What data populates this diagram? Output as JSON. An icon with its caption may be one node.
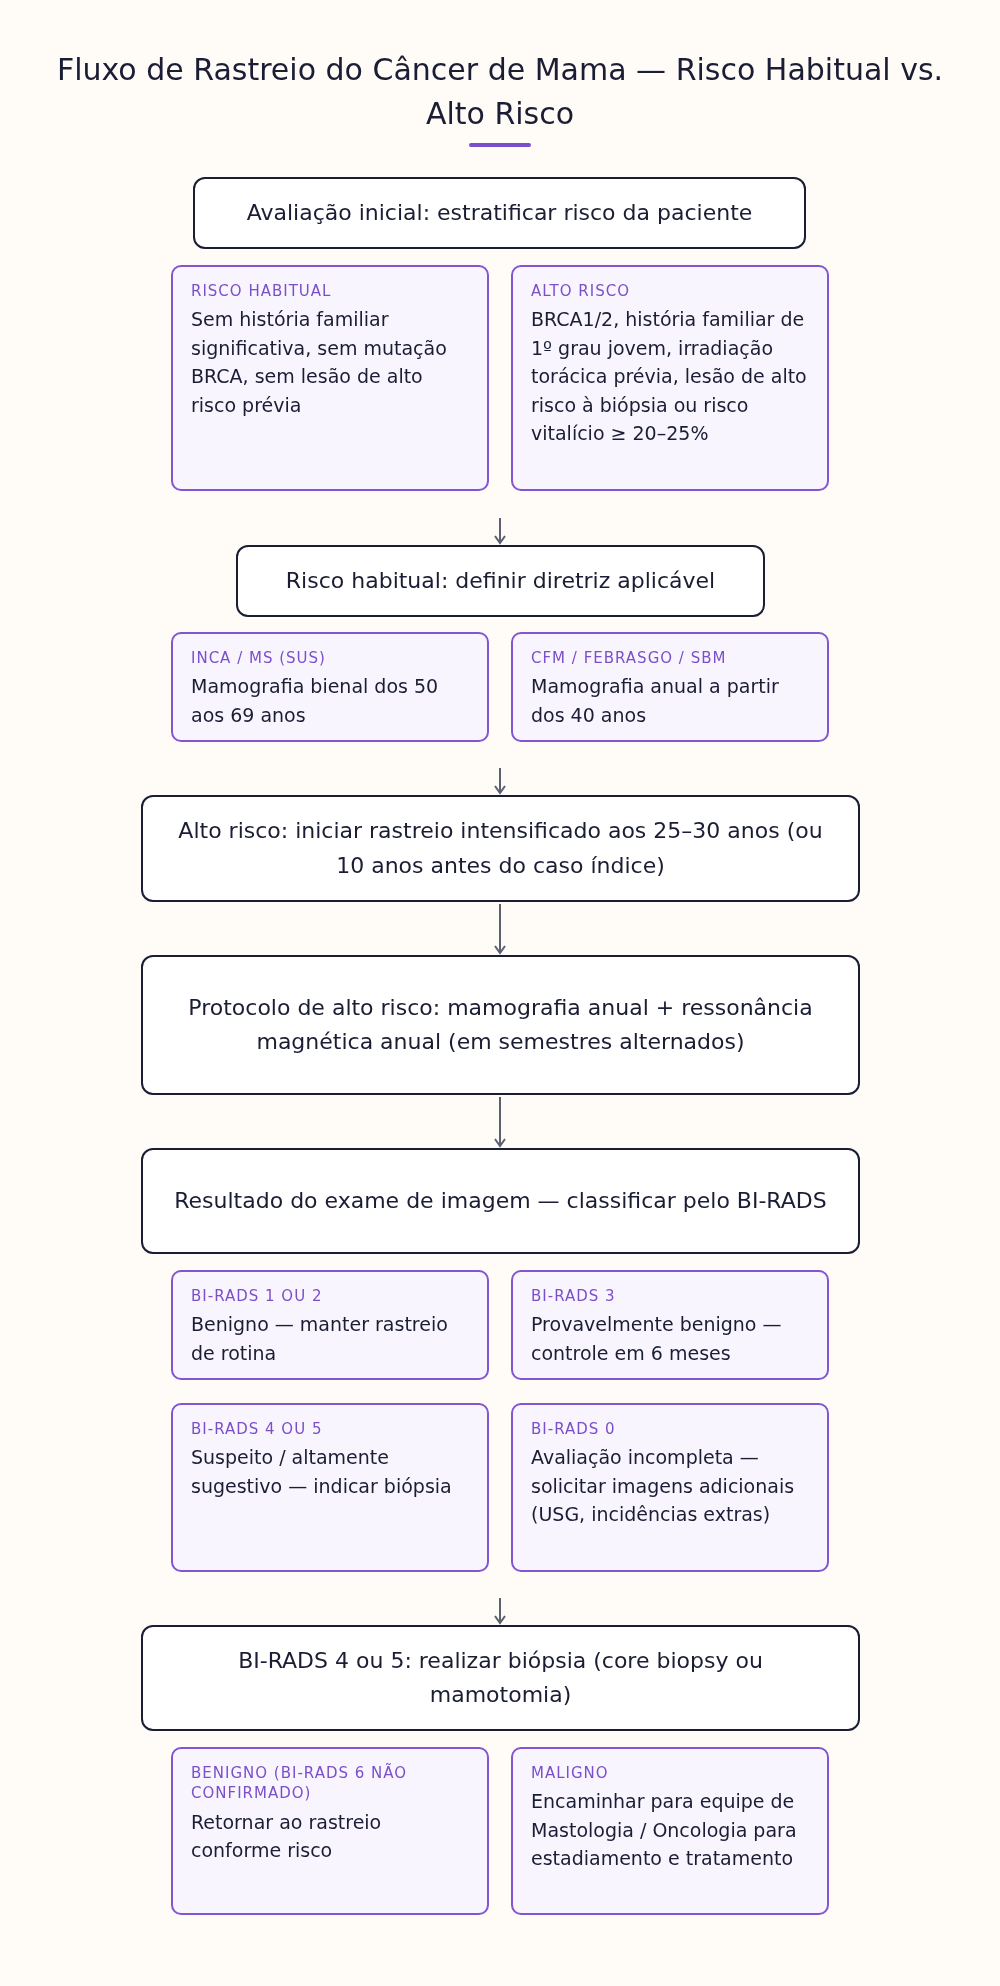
{
  "diagram": {
    "title": "Fluxo de Rastreio do Câncer de Mama — Risco Habitual vs. Alto Risco",
    "nodes": [
      {
        "text": [
          "Avaliação inicial: estratificar risco da paciente"
        ]
      },
      {
        "text": [
          "RISCO HABITUAL",
          "Sem história familiar significativa, sem mutação BRCA, sem lesão de alto risco prévia"
        ]
      },
      {
        "text": [
          "ALTO RISCO",
          "BRCA1/2, história familiar de 1º grau jovem, irradiação torácica prévia, lesão de alto risco à biópsia ou risco vitalício ≥ 20–25%"
        ]
      },
      {
        "text": [
          "Risco habitual: definir diretriz aplicável"
        ]
      },
      {
        "text": [
          "INCA / MS (SUS)",
          "Mamografia bienal dos 50 aos 69 anos"
        ]
      },
      {
        "text": [
          "CFM / FEBRASGO / SBM",
          "Mamografia anual a partir dos 40 anos"
        ]
      },
      {
        "text": [
          "Alto risco: iniciar rastreio intensificado aos 25–30 anos (ou 10 anos antes do caso índice)"
        ]
      },
      {
        "text": [
          "Protocolo de alto risco: mamografia anual + ressonância magnética anual (em semestres alternados)"
        ]
      },
      {
        "text": [
          "Resultado do exame de imagem — classificar pelo BI-RADS"
        ]
      },
      {
        "text": [
          "BI-RADS 1 OU 2",
          "Benigno — manter rastreio de rotina"
        ]
      },
      {
        "text": [
          "BI-RADS 3",
          "Provavelmente benigno — controle em 6 meses"
        ]
      },
      {
        "text": [
          "BI-RADS 4 OU 5",
          "Suspeito / altamente sugestivo — indicar biópsia"
        ]
      },
      {
        "text": [
          "BI-RADS 0",
          "Avaliação incompleta — solicitar imagens adicionais (USG, incidências extras)"
        ]
      },
      {
        "text": [
          "BI-RADS 4 ou 5: realizar biópsia (core biopsy ou mamotomia)"
        ]
      },
      {
        "text": [
          "BENIGNO (BI-RADS 6 NÃO CONFIRMADO)",
          "Retornar ao rastreio conforme risco"
        ]
      },
      {
        "text": [
          "MALIGNO",
          "Encaminhar para equipe de Mastologia / Oncologia para estadiamento e tratamento"
        ]
      }
    ],
    "edges": [
      {
        "from": null,
        "to": 3,
        "arrow": "to"
      },
      {
        "from": null,
        "to": 6,
        "arrow": "to"
      },
      {
        "from": 6,
        "to": 7,
        "arrow": "to"
      },
      {
        "from": 7,
        "to": 8,
        "arrow": "to"
      },
      {
        "from": null,
        "to": 13,
        "arrow": "to"
      }
    ]
  }
}
